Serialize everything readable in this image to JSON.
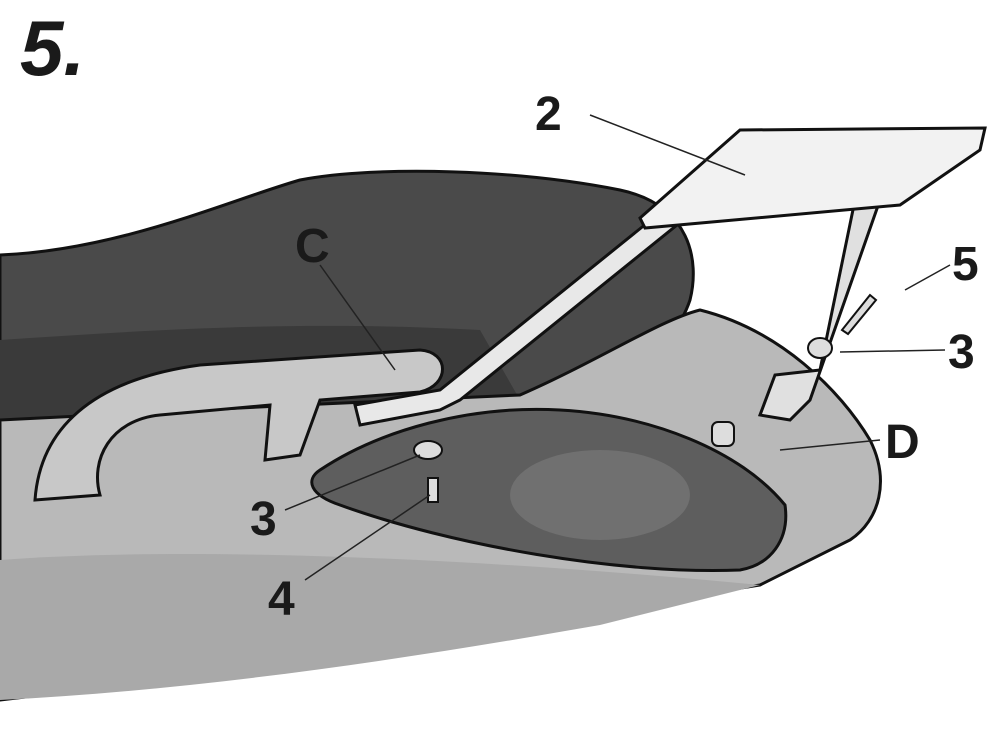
{
  "step": {
    "number": "5."
  },
  "labels": {
    "rack": "2",
    "grab_rail": "C",
    "screw_right": "5",
    "washer_right": "3",
    "tail_cover": "D",
    "washer_left": "3",
    "screw_left": "4"
  },
  "colors": {
    "seat": "#4a4a4a",
    "body": "#b9b9b9",
    "rail": "#c8c8c8",
    "light": "#5e5e5e",
    "outline": "#111111"
  }
}
